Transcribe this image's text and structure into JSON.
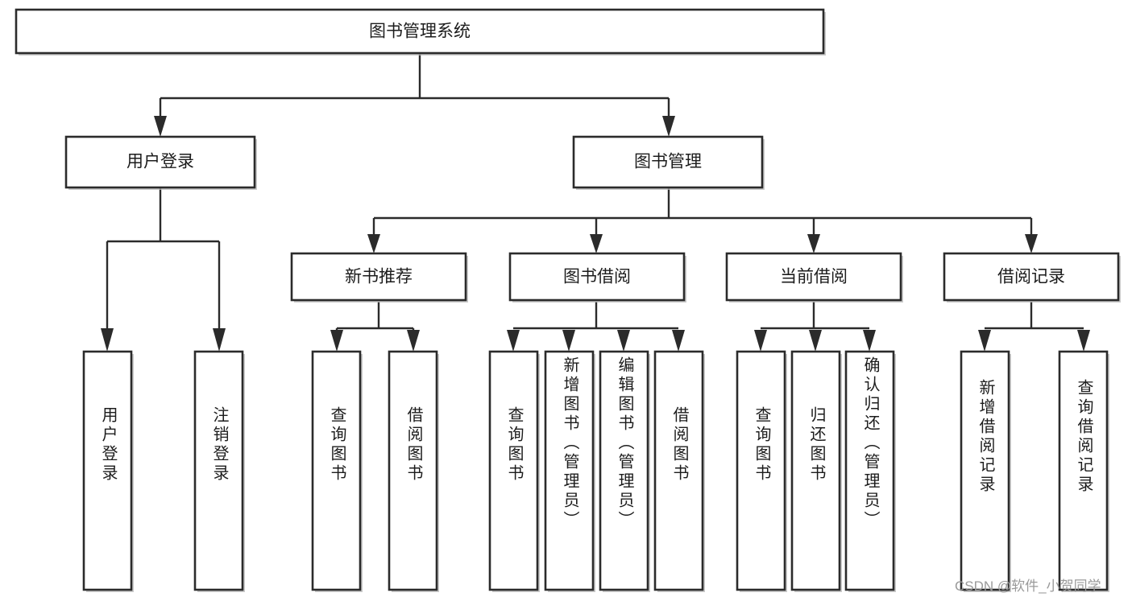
{
  "diagram": {
    "type": "tree",
    "title": "图书管理系统",
    "orientation": "top-down",
    "watermark": "CSDN @软件_小贺同学",
    "accent_color": "#2b2b2b",
    "box_fill": "#ffffff",
    "text_color": "#1c1c1c",
    "watermark_color": "#9a9a9a"
  },
  "nodes": {
    "root": {
      "label": "图书管理系统",
      "level": 0
    },
    "level1": [
      {
        "id": "user-login",
        "label": "用户登录"
      },
      {
        "id": "book-manage",
        "label": "图书管理"
      }
    ],
    "level2": [
      {
        "id": "new-book-recommend",
        "label": "新书推荐",
        "parent": "book-manage"
      },
      {
        "id": "book-borrow",
        "label": "图书借阅",
        "parent": "book-manage"
      },
      {
        "id": "current-borrow",
        "label": "当前借阅",
        "parent": "book-manage"
      },
      {
        "id": "borrow-record",
        "label": "借阅记录",
        "parent": "book-manage"
      }
    ],
    "leaves": [
      {
        "id": "leaf-user-login",
        "label": "用户登录",
        "parent": "user-login"
      },
      {
        "id": "leaf-logout",
        "label": "注销登录",
        "parent": "user-login"
      },
      {
        "id": "leaf-query-book-rec",
        "label": "查询图书",
        "parent": "new-book-recommend"
      },
      {
        "id": "leaf-borrow-book-rec",
        "label": "借阅图书",
        "parent": "new-book-recommend"
      },
      {
        "id": "leaf-query-book-bb",
        "label": "查询图书",
        "parent": "book-borrow"
      },
      {
        "id": "leaf-add-book",
        "label": "新增图书（管理员）",
        "parent": "book-borrow"
      },
      {
        "id": "leaf-edit-book",
        "label": "编辑图书（管理员）",
        "parent": "book-borrow"
      },
      {
        "id": "leaf-borrow-book-bb",
        "label": "借阅图书",
        "parent": "book-borrow"
      },
      {
        "id": "leaf-query-book-cb",
        "label": "查询图书",
        "parent": "current-borrow"
      },
      {
        "id": "leaf-return-book",
        "label": "归还图书",
        "parent": "current-borrow"
      },
      {
        "id": "leaf-confirm-return",
        "label": "确认归还（管理员）",
        "parent": "current-borrow"
      },
      {
        "id": "leaf-add-record",
        "label": "新增借阅记录",
        "parent": "borrow-record"
      },
      {
        "id": "leaf-query-record",
        "label": "查询借阅记录",
        "parent": "borrow-record"
      }
    ]
  }
}
